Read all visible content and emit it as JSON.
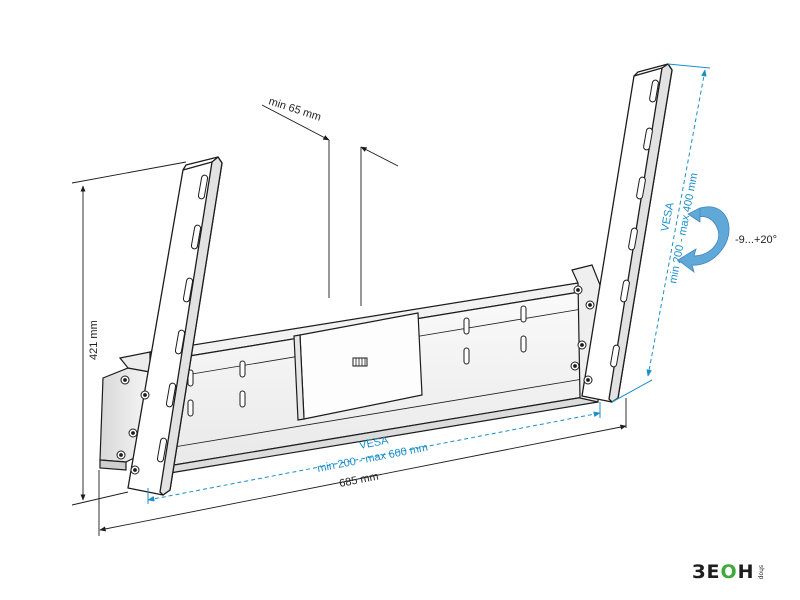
{
  "dimensions": {
    "depth_min": "min 65 mm",
    "height": "421 mm",
    "width": "685 mm",
    "vesa_horizontal_title": "VESA",
    "vesa_horizontal_range": "min 200 - max 600 mm",
    "vesa_vertical_title": "VESA",
    "vesa_vertical_range": "min 200 - max 400 mm",
    "tilt_range": "-9...+20°"
  },
  "logo": {
    "main": "ЗЕОН",
    "main_pre": "ЗЕ",
    "main_accent": "О",
    "main_post": "Н",
    "small": "shop"
  },
  "colors": {
    "dimension_blue": "#1a8fc9",
    "tilt_arrow": "#5fa8d8",
    "outline": "#1c1c1c",
    "logo_green": "#3dab3a"
  },
  "icons": {
    "tilt_arrow": "curved-rotation-arrow-icon"
  }
}
